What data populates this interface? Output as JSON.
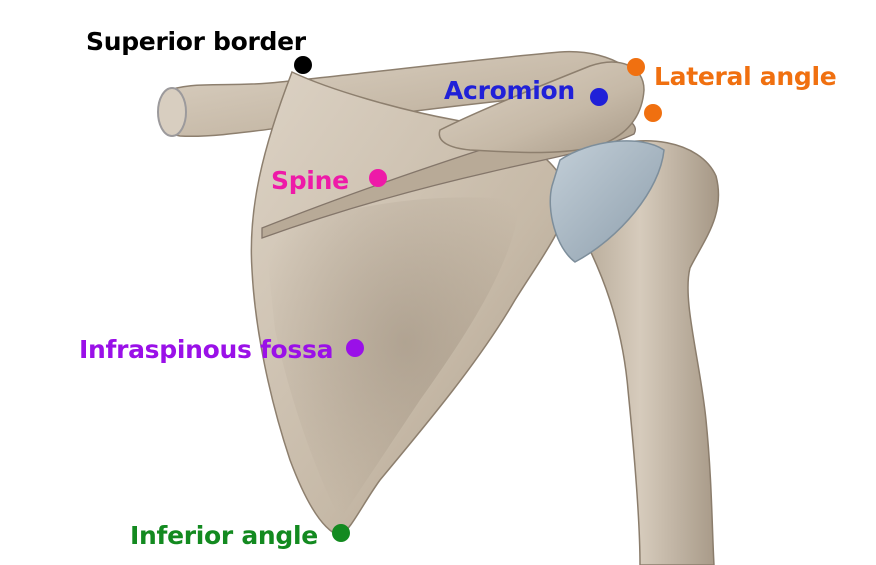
{
  "labels": {
    "superior_border": {
      "text": "Superior border",
      "color": "#000000"
    },
    "acromion": {
      "text": "Acromion",
      "color": "#2020d8"
    },
    "lateral_angle": {
      "text": "Lateral angle",
      "color": "#f07010"
    },
    "spine": {
      "text": "Spine",
      "color": "#ee1aa8"
    },
    "infraspinous_fossa": {
      "text": "Infraspinous fossa",
      "color": "#9a10e8"
    },
    "inferior_angle": {
      "text": "Inferior angle",
      "color": "#138a20"
    }
  },
  "colors": {
    "bone": "#cbbfae",
    "bone_shadow": "#8f8070",
    "bone_light": "#ddd3c6",
    "cartilage": "#a9b8c4"
  }
}
